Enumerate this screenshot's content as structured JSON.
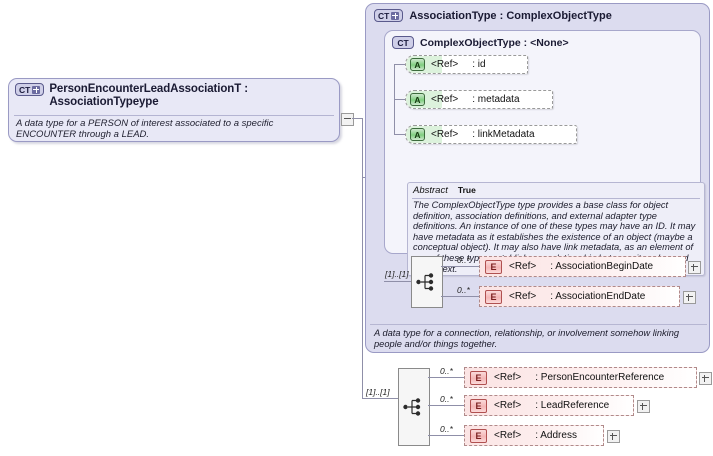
{
  "diagram": {
    "kind": "xsd-schema-diagram",
    "root": {
      "icon": "complex-type-expandable-icon",
      "icon_label": "CT",
      "title": "PersonEncounterLeadAssociationT : AssociationTypeype",
      "title_line1": "PersonEncounterLeadAssociationT : AssociationType",
      "title_line2": "ype",
      "documentation": "A data type for a PERSON of interest associated to a specific ENCOUNTER through a LEAD."
    },
    "outer_panel": {
      "icon": "complex-type-expandable-icon",
      "icon_label": "CT",
      "title": "AssociationType : ComplexObjectType",
      "documentation": "A data type for a connection, relationship, or involvement somehow linking people and/or things together."
    },
    "inner_panel": {
      "icon": "complex-type-icon",
      "icon_label": "CT",
      "title": "ComplexObjectType : <None>",
      "attributes": [
        {
          "icon": "attribute-icon",
          "icon_label": "A",
          "ref": "<Ref>",
          "name": ": id"
        },
        {
          "icon": "attribute-icon",
          "icon_label": "A",
          "ref": "<Ref>",
          "name": ": metadata"
        },
        {
          "icon": "attribute-icon",
          "icon_label": "A",
          "ref": "<Ref>",
          "name": ": linkMetadata"
        }
      ],
      "abstract_key": "Abstract",
      "abstract_value": "True",
      "documentation": "The ComplexObjectType type provides a base class for object definition, association definitions, and external adapter type definitions. An instance of one of these types may have an ID. It may have metadata as it establishes the existence of an object (maybe a conceptual object). It may also have link metadata, as an element of one of these types establishes a relationship between its value and its context.",
      "sequence": {
        "icon": "sequence-compositor-icon",
        "cardinality": "[1]..[1]",
        "elements": [
          {
            "icon": "element-icon",
            "icon_label": "E",
            "occurrence": "0..*",
            "ref": "<Ref>",
            "name": ": AssociationBeginDate"
          },
          {
            "icon": "element-icon",
            "icon_label": "E",
            "occurrence": "0..*",
            "ref": "<Ref>",
            "name": ": AssociationEndDate"
          }
        ]
      }
    },
    "outer_sequence": {
      "icon": "sequence-compositor-icon",
      "cardinality": "[1]..[1]",
      "elements": [
        {
          "icon": "element-icon",
          "icon_label": "E",
          "occurrence": "0..*",
          "ref": "<Ref>",
          "name": ": PersonEncounterReference"
        },
        {
          "icon": "element-icon",
          "icon_label": "E",
          "occurrence": "0..*",
          "ref": "<Ref>",
          "name": ": LeadReference"
        },
        {
          "icon": "element-icon",
          "icon_label": "E",
          "occurrence": "0..*",
          "ref": "<Ref>",
          "name": ": Address"
        }
      ]
    },
    "colors": {
      "canvas": "#ffffff",
      "panel_outer": "#dcdcef",
      "panel_inner": "#f4f4fb",
      "root_box": "#e8e8f6",
      "attribute_green": "#dcf2dc",
      "element_pink": "#fbe6e6",
      "connector": "#8f8fa8"
    }
  }
}
